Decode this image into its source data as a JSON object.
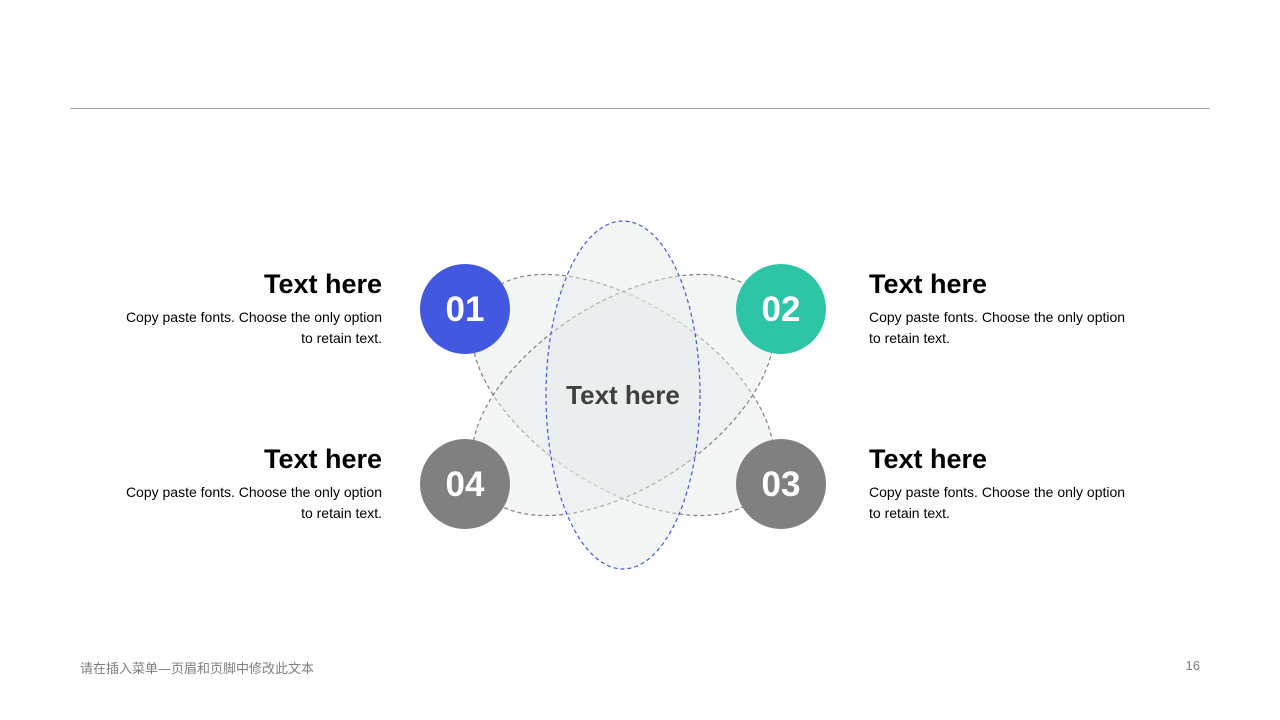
{
  "center_label": "Text here",
  "items": [
    {
      "number": "01",
      "title": "Text here",
      "description": "Copy paste fonts. Choose the only option to retain text.",
      "color": "#4358e0"
    },
    {
      "number": "02",
      "title": "Text here",
      "description": "Copy paste fonts. Choose the only option to retain text.",
      "color": "#2ec4a6"
    },
    {
      "number": "03",
      "title": "Text here",
      "description": "Copy paste fonts. Choose the only option to retain text.",
      "color": "#808080"
    },
    {
      "number": "04",
      "title": "Text here",
      "description": "Copy paste fonts. Choose the only option to retain text.",
      "color": "#808080"
    }
  ],
  "colors": {
    "ellipse_fill": "#e6ebea",
    "overlap_fill": "#d9dfdf",
    "ellipse_stroke": "#808080",
    "vertical_ellipse_stroke": "#4358e0",
    "center_text": "#404040"
  },
  "footer": {
    "text": "请在插入菜单—页眉和页脚中修改此文本",
    "page_number": "16"
  }
}
